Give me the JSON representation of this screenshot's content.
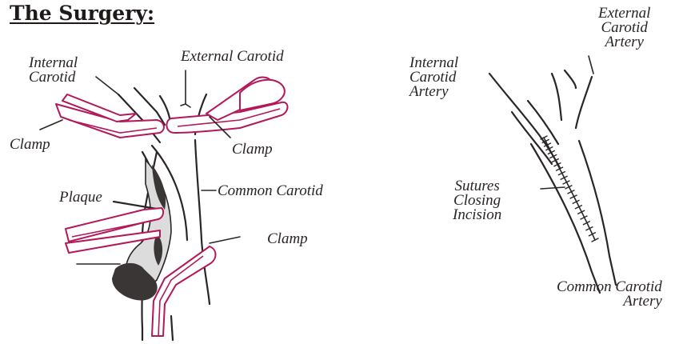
{
  "title": "The Surgery:",
  "left_diagram": {
    "labels": {
      "internal_carotid": "Internal\nCarotid",
      "external_carotid": "External Carotid",
      "clamp_left": "Clamp",
      "clamp_right": "Clamp",
      "plaque": "Plaque",
      "common_carotid": "Common Carotid",
      "clamp_bottom": "Clamp"
    }
  },
  "right_diagram": {
    "labels": {
      "internal_carotid_artery": "Internal\nCarotid\nArtery",
      "external_carotid_artery": "External\nCarotid\nArtery",
      "sutures": "Sutures\nClosing\nIncision",
      "common_carotid_artery": "Common Carotid\nArtery"
    }
  },
  "colors": {
    "clamp": "#b2185a",
    "ink": "#2b2626",
    "plaque_fill": "#3a3636"
  }
}
